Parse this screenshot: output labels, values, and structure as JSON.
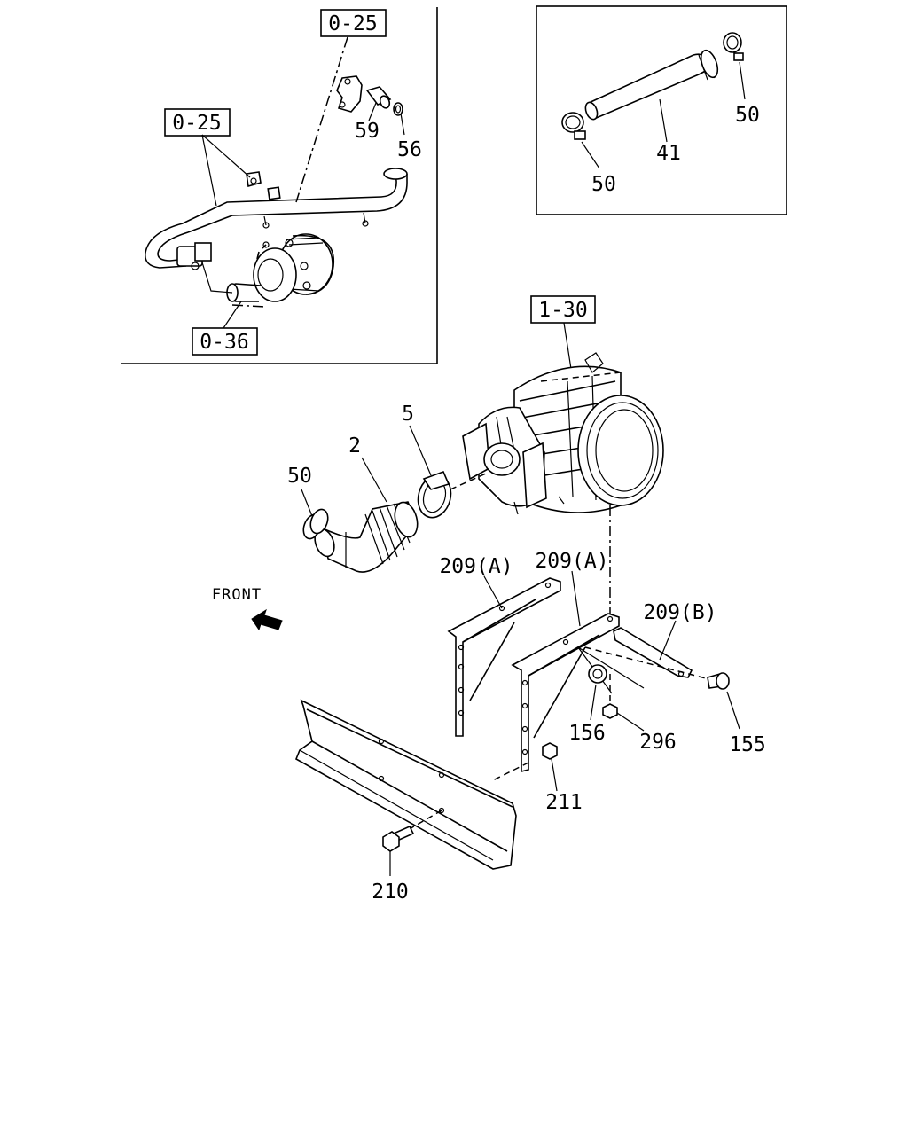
{
  "front_label": "FRONT",
  "refs": {
    "ref_025_top": "0-25",
    "ref_025_left": "0-25",
    "ref_036": "0-36",
    "ref_130": "1-30"
  },
  "labels": {
    "p59": "59",
    "p56": "56",
    "p41": "41",
    "p50_inset_right": "50",
    "p50_inset_left": "50",
    "p5": "5",
    "p2": "2",
    "p50_main": "50",
    "p209a_left": "209(A)",
    "p209a_right": "209(A)",
    "p209b": "209(B)",
    "p156": "156",
    "p296": "296",
    "p155": "155",
    "p211": "211",
    "p210": "210"
  }
}
